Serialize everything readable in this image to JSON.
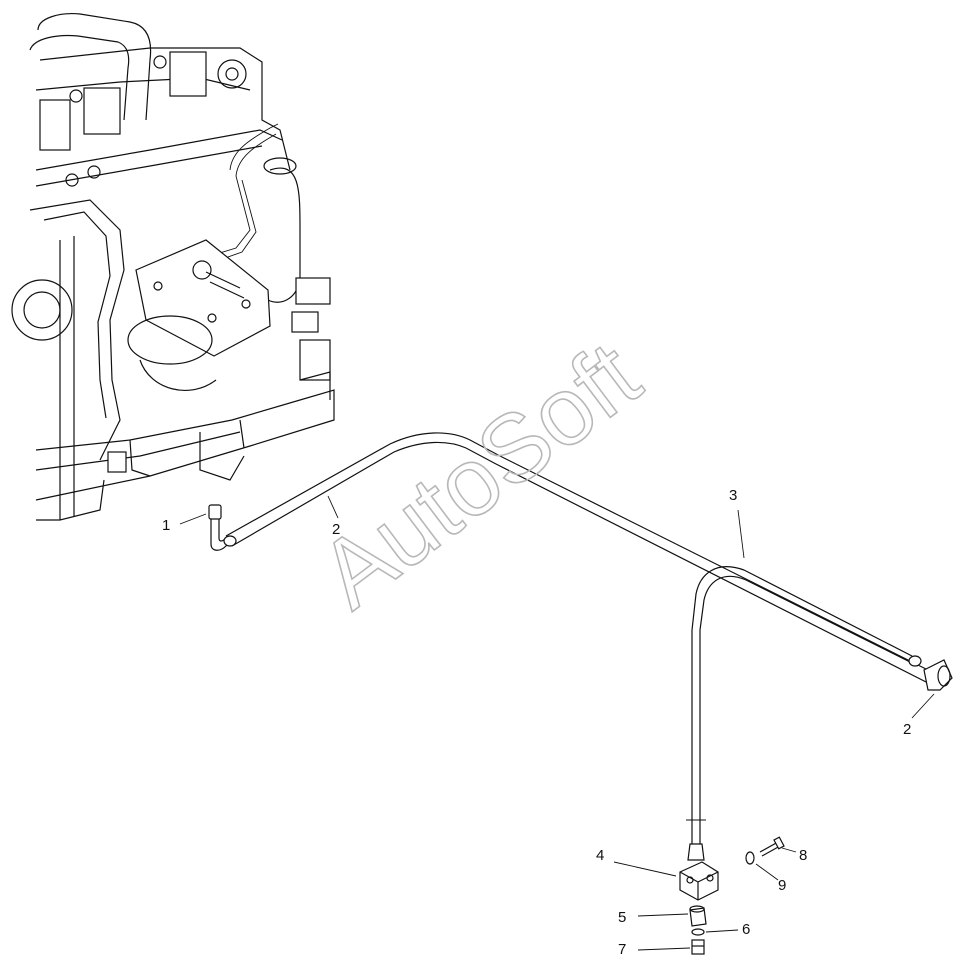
{
  "watermark": "AutoSoft",
  "callouts": [
    {
      "id": "c1",
      "label": "1"
    },
    {
      "id": "c2a",
      "label": "2"
    },
    {
      "id": "c3",
      "label": "3"
    },
    {
      "id": "c2b",
      "label": "2"
    },
    {
      "id": "c4",
      "label": "4"
    },
    {
      "id": "c8",
      "label": "8"
    },
    {
      "id": "c9",
      "label": "9"
    },
    {
      "id": "c5",
      "label": "5"
    },
    {
      "id": "c6",
      "label": "6"
    },
    {
      "id": "c7",
      "label": "7"
    }
  ]
}
